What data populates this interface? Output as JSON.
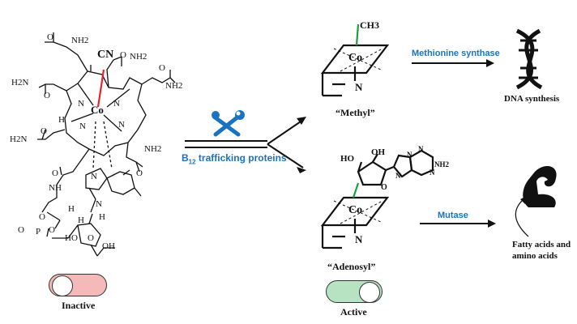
{
  "b12_molecule": {
    "cn_label": "CN",
    "co_label": "Co",
    "groups": [
      "O",
      "NH2",
      "O",
      "NH2",
      "H2N",
      "O",
      "O",
      "NH2",
      "H2N",
      "O",
      "H",
      "O",
      "NH2",
      "O",
      "NH",
      "N",
      "N",
      "N",
      "N",
      "N",
      "N",
      "O",
      "P",
      "O",
      "O",
      "O",
      "HO",
      "H",
      "H",
      "H",
      "OH"
    ]
  },
  "arrow_caption": "B12 trafficking proteins",
  "arrow_caption_parts": {
    "b": "B",
    "sub": "12",
    "rest": " trafficking proteins"
  },
  "methyl": {
    "top_group": "CH3",
    "co": "Co",
    "n": "N",
    "caption": "“Methyl”"
  },
  "adenosyl": {
    "co": "Co",
    "n": "N",
    "caption": "“Adenosyl”",
    "groups": [
      "HO",
      "OH",
      "N",
      "N",
      "N",
      "N",
      "NH2",
      "O"
    ]
  },
  "enzymes": {
    "methionine": "Methionine synthase",
    "mutase": "Mutase"
  },
  "outcomes": {
    "dna": "DNA synthesis",
    "fatty": "Fatty acids and",
    "amino": "amino acids"
  },
  "status": {
    "inactive": "Inactive",
    "active": "Active"
  },
  "colors": {
    "accent_blue": "#1a73c0",
    "cn_bond": "#e8232a",
    "co_bond": "#1e9e44",
    "inactive_bg": "#f4b9b8",
    "active_bg": "#b8e3c2",
    "cross": "#d32420",
    "check": "#2aa84a"
  },
  "icons": [
    "wrench-screwdriver-icon",
    "dna-helix-icon",
    "flexed-arm-icon",
    "cross-icon",
    "check-icon"
  ]
}
